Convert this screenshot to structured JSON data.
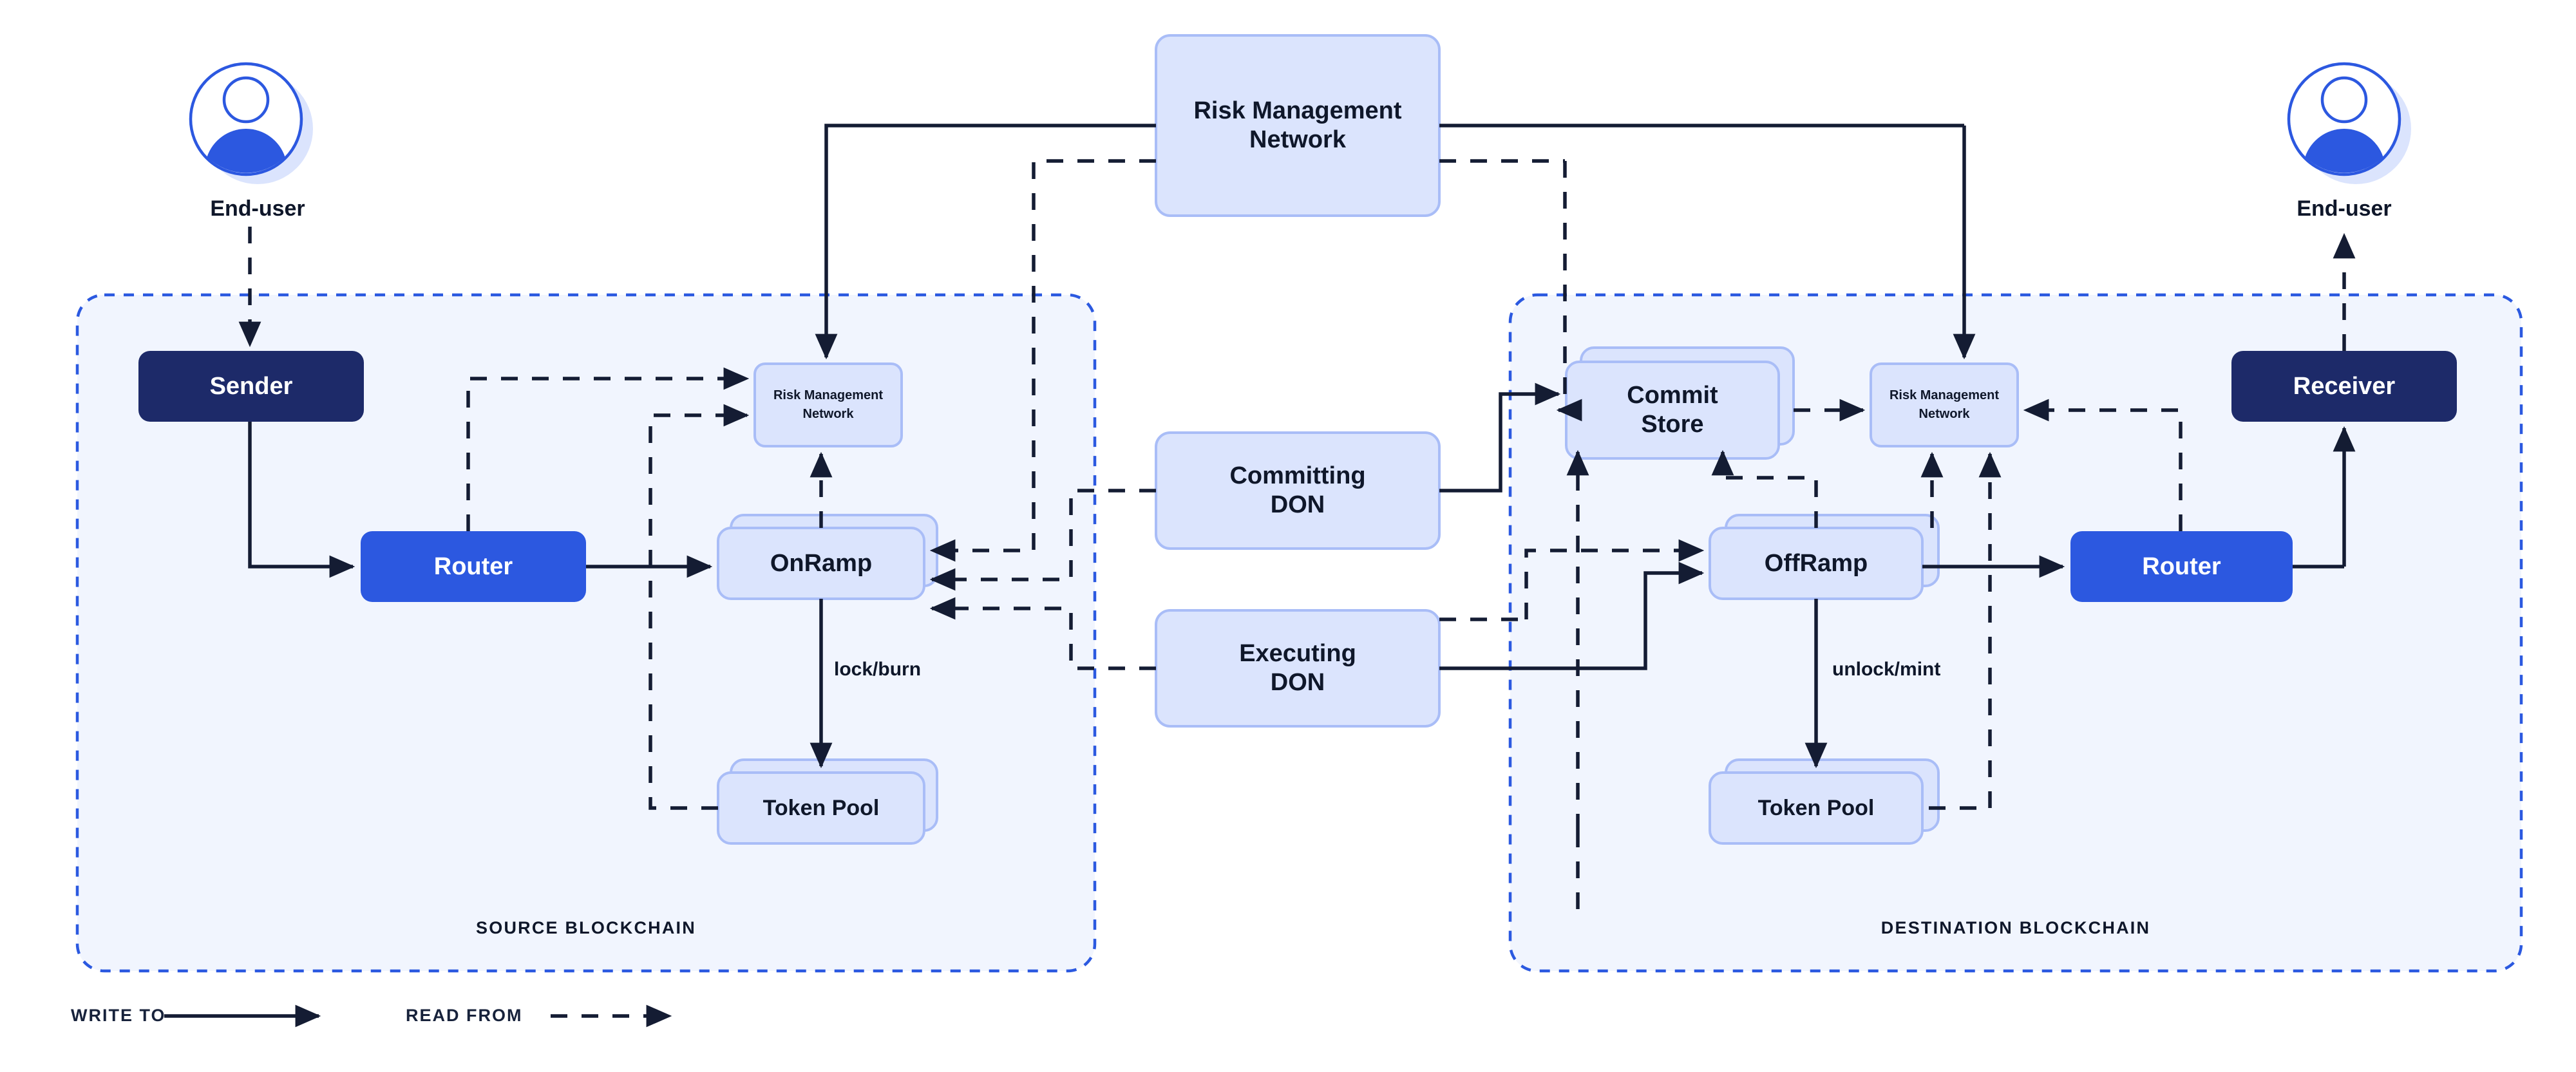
{
  "diagram": {
    "title": "Chainlink CCIP cross-chain architecture",
    "colors": {
      "page_bg": "#ffffff",
      "chain_container_fill": "#f1f5fe",
      "chain_container_border": "#2b59e0",
      "card_fill": "#dbe4fd",
      "card_border": "#a9bdf7",
      "navy_node": "#1d2a69",
      "blue_node": "#2c58e0",
      "line": "#141c33",
      "text_dark": "#0f172a",
      "avatar_blue": "#2c58e0",
      "avatar_shadow": "#dbe4fd"
    }
  },
  "actors": {
    "source_user": {
      "label": "End-user",
      "icon": "user-avatar-icon"
    },
    "destination_user": {
      "label": "End-user",
      "icon": "user-avatar-icon"
    }
  },
  "top": {
    "risk_management_network": {
      "label_line1": "Risk  Management",
      "label_line2": "Network"
    }
  },
  "middle": {
    "committing_don": {
      "label_line1": "Committing",
      "label_line2": "DON"
    },
    "executing_don": {
      "label_line1": "Executing",
      "label_line2": "DON"
    }
  },
  "source_chain": {
    "caption": "SOURCE BLOCKCHAIN",
    "nodes": {
      "sender": {
        "label": "Sender",
        "style": "navy"
      },
      "router": {
        "label": "Router",
        "style": "blue"
      },
      "risk_management_network": {
        "label_line1": "Risk  Management",
        "label_line2": "Network",
        "style": "card"
      },
      "onramp": {
        "label": "OnRamp",
        "style": "stacked-card"
      },
      "token_pool": {
        "label": "Token Pool",
        "style": "stacked-card"
      }
    },
    "edge_labels": {
      "token_action": "lock/burn"
    }
  },
  "destination_chain": {
    "caption": "DESTINATION BLOCKCHAIN",
    "nodes": {
      "commit_store": {
        "label_line1": "Commit",
        "label_line2": "Store",
        "style": "stacked-card"
      },
      "risk_management_network": {
        "label_line1": "Risk  Management",
        "label_line2": "Network",
        "style": "card"
      },
      "offramp": {
        "label": "OffRamp",
        "style": "stacked-card"
      },
      "token_pool": {
        "label": "Token Pool",
        "style": "stacked-card"
      },
      "router": {
        "label": "Router",
        "style": "blue"
      },
      "receiver": {
        "label": "Receiver",
        "style": "navy"
      }
    },
    "edge_labels": {
      "token_action": "unlock/mint"
    }
  },
  "legend": {
    "write_to": {
      "label": "WRITE TO",
      "line_style": "solid"
    },
    "read_from": {
      "label": "READ FROM",
      "line_style": "dashed"
    }
  }
}
